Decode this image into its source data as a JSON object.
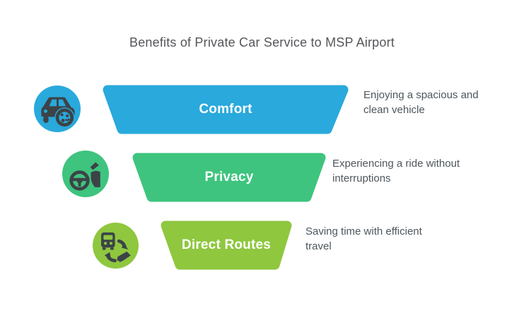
{
  "title": "Benefits of Private Car Service to MSP Airport",
  "colors": {
    "blue": "#29a9dc",
    "green": "#3ec47e",
    "lime": "#8fc73f",
    "icon_dark": "#3c4347",
    "title_text": "#55565a",
    "desc_text": "#4d565c"
  },
  "rows": [
    {
      "label": "Comfort",
      "description": "Enjoying a spacious and clean vehicle",
      "color": "#29a9dc",
      "icon": "car-icon"
    },
    {
      "label": "Privacy",
      "description": "Experiencing a ride without interruptions",
      "color": "#3ec47e",
      "icon": "driver-steering-wheel-icon"
    },
    {
      "label": "Direct Routes",
      "description": "Saving time with efficient travel",
      "color": "#8fc73f",
      "icon": "bus-route-icon"
    }
  ]
}
